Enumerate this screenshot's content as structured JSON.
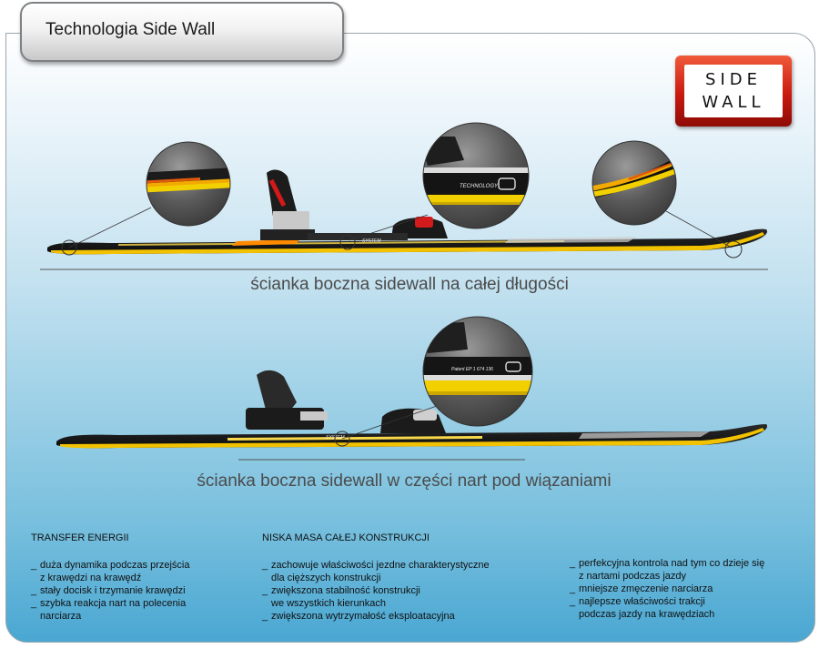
{
  "header": {
    "title": "Technologia Side Wall"
  },
  "badge": {
    "line1": "SIDE",
    "line2": "WALL"
  },
  "zoom_labels": {
    "ski1_mid": "TECHNOLOGY",
    "ski1_bind": "SYSTEM",
    "ski2_mid": "Patent EP 1 674 136",
    "ski2_bind": "SYSTEM"
  },
  "captions": {
    "full_length": "ścianka boczna sidewall na całej długości",
    "under_bindings": "ścianka boczna sidewall w części nart pod wiązaniami"
  },
  "columns": [
    {
      "heading": "TRANSFER ENERGII",
      "items": [
        [
          "duża dynamika podczas przejścia",
          "z krawędzi na krawędź"
        ],
        [
          "stały docisk i trzymanie krawędzi"
        ],
        [
          "szybka reakcja nart na polecenia",
          "narciarza"
        ]
      ]
    },
    {
      "heading": "NISKA MASA CAŁEJ  KONSTRUKCJI",
      "items": [
        [
          "zachowuje właściwości jezdne charakterystyczne",
          "dla cięższych konstrukcji"
        ],
        [
          "zwiększona stabilność konstrukcji",
          "we wszystkich kierunkach"
        ],
        [
          "zwiększona wytrzymałość eksploatacyjna"
        ]
      ]
    },
    {
      "heading": "",
      "items": [
        [
          "perfekcyjna kontrola nad tym co dzieje się",
          "z nartami podczas jazdy"
        ],
        [
          "mniejsze zmęczenie narciarza"
        ],
        [
          "najlepsze właściwości trakcji",
          "podczas jazdy na krawędziach"
        ]
      ]
    }
  ],
  "colors": {
    "accent_yellow": "#f2c200",
    "ski_black": "#111111",
    "badge_red": "#c91a10"
  }
}
